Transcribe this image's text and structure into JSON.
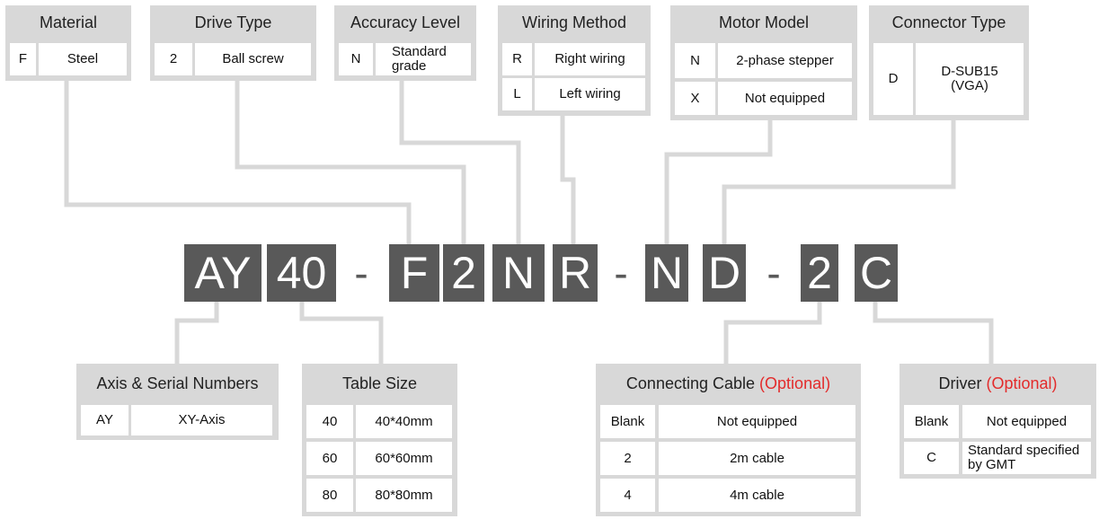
{
  "material": {
    "title": "Material",
    "rows": [
      {
        "code": "F",
        "desc": "Steel"
      }
    ]
  },
  "drive_type": {
    "title": "Drive Type",
    "rows": [
      {
        "code": "2",
        "desc": "Ball screw"
      }
    ]
  },
  "accuracy_level": {
    "title": "Accuracy Level",
    "rows": [
      {
        "code": "N",
        "desc": "Standard grade"
      }
    ]
  },
  "wiring_method": {
    "title": "Wiring Method",
    "rows": [
      {
        "code": "R",
        "desc": "Right wiring"
      },
      {
        "code": "L",
        "desc": "Left wiring"
      }
    ]
  },
  "motor_model": {
    "title": "Motor Model",
    "rows": [
      {
        "code": "N",
        "desc": "2-phase stepper"
      },
      {
        "code": "X",
        "desc": "Not equipped"
      }
    ]
  },
  "connector_type": {
    "title": "Connector Type",
    "rows": [
      {
        "code": "D",
        "desc": "D-SUB15 (VGA)"
      }
    ]
  },
  "axis_serial": {
    "title": "Axis & Serial Numbers",
    "rows": [
      {
        "code": "AY",
        "desc": "XY-Axis"
      }
    ]
  },
  "table_size": {
    "title": "Table Size",
    "rows": [
      {
        "code": "40",
        "desc": "40*40mm"
      },
      {
        "code": "60",
        "desc": "60*60mm"
      },
      {
        "code": "80",
        "desc": "80*80mm"
      }
    ]
  },
  "connecting_cable": {
    "title": "Connecting Cable",
    "optional": "(Optional)",
    "rows": [
      {
        "code": "Blank",
        "desc": "Not equipped"
      },
      {
        "code": "2",
        "desc": "2m cable"
      },
      {
        "code": "4",
        "desc": "4m cable"
      }
    ]
  },
  "driver": {
    "title": "Driver",
    "optional": "(Optional)",
    "rows": [
      {
        "code": "Blank",
        "desc": "Not equipped"
      },
      {
        "code": "C",
        "desc": "Standard specified by GMT"
      }
    ]
  },
  "model_code": {
    "segments": [
      "AY",
      "40",
      "F",
      "2",
      "N",
      "R",
      "N",
      "D",
      "2",
      "C"
    ],
    "dash": "-"
  },
  "colors": {
    "block": "#595959",
    "box": "#d8d8d8",
    "optional": "#e32b2b"
  }
}
